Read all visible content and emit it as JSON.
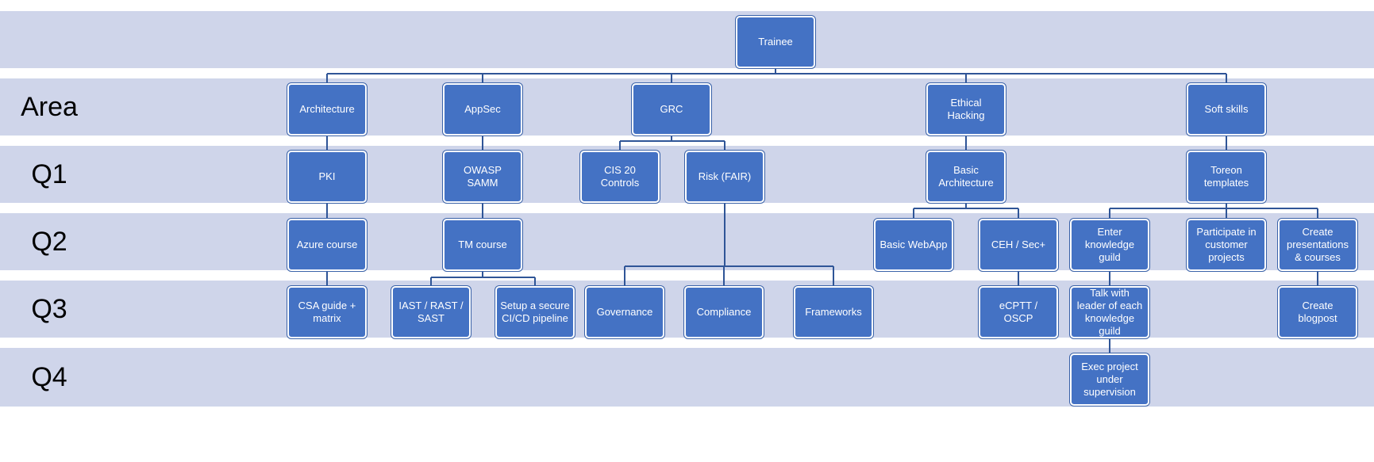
{
  "colors": {
    "band": "#cfd5ea",
    "node": "#4472c4",
    "connector": "#2f5597"
  },
  "rows": {
    "area": "Area",
    "q1": "Q1",
    "q2": "Q2",
    "q3": "Q3",
    "q4": "Q4"
  },
  "nodes": {
    "trainee": "Trainee",
    "architecture": "Architecture",
    "appsec": "AppSec",
    "grc": "GRC",
    "ethical_hacking": "Ethical\nHacking",
    "soft_skills": "Soft skills",
    "pki": "PKI",
    "owasp_samm": "OWASP SAMM",
    "cis_controls": "CIS 20 Controls",
    "risk_fair": "Risk (FAIR)",
    "basic_architecture": "Basic\nArchitecture",
    "toreon_templates": "Toreon\ntemplates",
    "azure_course": "Azure course",
    "tm_course": "TM course",
    "basic_webapp": "Basic WebApp",
    "ceh_secplus": "CEH / Sec+",
    "enter_knowledge_guild": "Enter\nknowledge\nguild",
    "participate_customer_projects": "Participate in\ncustomer\nprojects",
    "create_presentations": "Create\npresentations\n& courses",
    "csa_guide": "CSA guide +\nmatrix",
    "iast_rast_sast": "IAST / RAST /\nSAST",
    "setup_cicd": "Setup a secure\nCI/CD pipeline",
    "governance": "Governance",
    "compliance": "Compliance",
    "frameworks": "Frameworks",
    "ecptt_oscp": "eCPTT / OSCP",
    "talk_with_leader": "Talk with\nleader of each\nknowledge\nguild",
    "create_blogpost": "Create\nblogpost",
    "exec_project": "Exec project\nunder\nsupervision"
  }
}
